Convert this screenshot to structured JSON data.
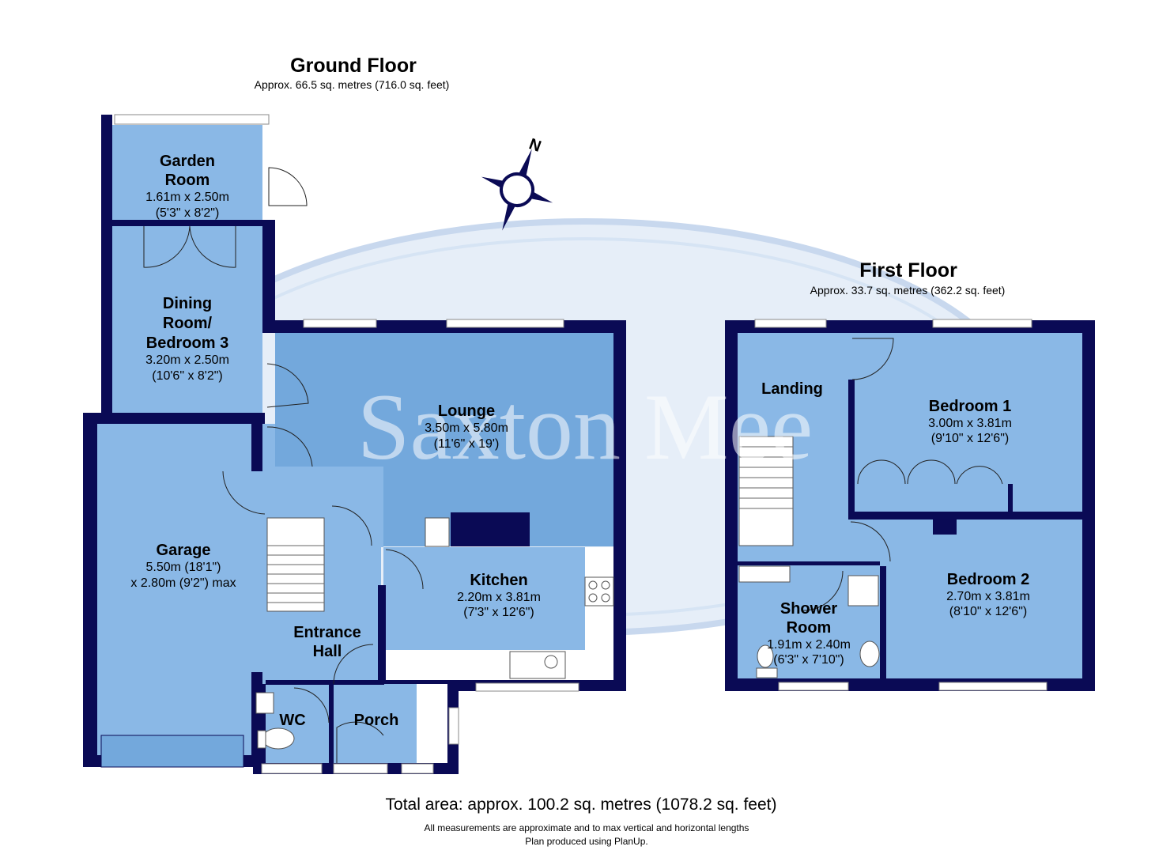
{
  "ground_floor": {
    "title": "Ground Floor",
    "area": "Approx. 66.5 sq. metres (716.0 sq. feet)",
    "rooms": {
      "garden_room": {
        "name_1": "Garden",
        "name_2": "Room",
        "dim_m": "1.61m x 2.50m",
        "dim_ft": "(5'3\" x 8'2\")"
      },
      "dining_room": {
        "name_1": "Dining",
        "name_2": "Room/",
        "name_3": "Bedroom 3",
        "dim_m": "3.20m x 2.50m",
        "dim_ft": "(10'6\" x 8'2\")"
      },
      "lounge": {
        "name": "Lounge",
        "dim_m": "3.50m x 5.80m",
        "dim_ft": "(11'6\" x 19')"
      },
      "garage": {
        "name": "Garage",
        "dim_1": "5.50m (18'1\")",
        "dim_2": "x 2.80m (9'2\") max"
      },
      "kitchen": {
        "name": "Kitchen",
        "dim_m": "2.20m x 3.81m",
        "dim_ft": "(7'3\" x 12'6\")"
      },
      "entrance_hall": {
        "name_1": "Entrance",
        "name_2": "Hall"
      },
      "wc": {
        "name": "WC"
      },
      "porch": {
        "name": "Porch"
      }
    }
  },
  "first_floor": {
    "title": "First Floor",
    "area": "Approx. 33.7 sq. metres (362.2 sq. feet)",
    "rooms": {
      "landing": {
        "name": "Landing"
      },
      "bedroom_1": {
        "name": "Bedroom 1",
        "dim_m": "3.00m x 3.81m",
        "dim_ft": "(9'10\" x 12'6\")"
      },
      "bedroom_2": {
        "name": "Bedroom 2",
        "dim_m": "2.70m x 3.81m",
        "dim_ft": "(8'10\" x 12'6\")"
      },
      "shower_room": {
        "name_1": "Shower",
        "name_2": "Room",
        "dim_m": "1.91m x 2.40m",
        "dim_ft": "(6'3\" x 7'10\")"
      }
    }
  },
  "compass": {
    "label": "N"
  },
  "watermark": {
    "text": "Saxton Mee"
  },
  "total_area": "Total area: approx. 100.2 sq. metres (1078.2 sq. feet)",
  "disclaimer_1": "All measurements are approximate and to max vertical and horizontal lengths",
  "disclaimer_2": "Plan produced using PlanUp.",
  "colors": {
    "wall": "#0a0a55",
    "room": "#8ab8e6",
    "room_dark": "#73a8dc"
  }
}
